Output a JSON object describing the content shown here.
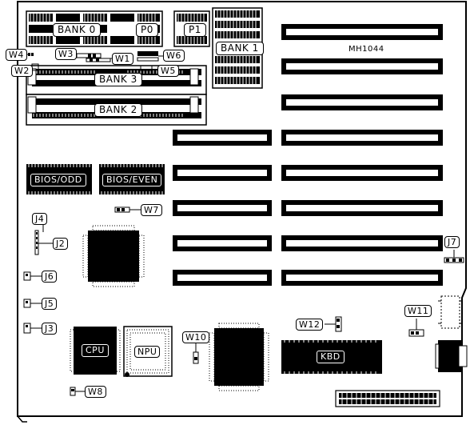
{
  "board": {
    "model": "MH1044",
    "memory_banks": {
      "bank0": "BANK 0",
      "bank1": "BANK 1",
      "bank2": "BANK 2",
      "bank3": "BANK 3",
      "p0": "P0",
      "p1": "P1"
    },
    "bios": {
      "odd": "BIOS/ODD",
      "even": "BIOS/EVEN"
    },
    "chips": {
      "cpu": "CPU",
      "npu": "NPU",
      "kbd": "KBD"
    },
    "jumpers": {
      "w1": "W1",
      "w2": "W2",
      "w3": "W3",
      "w4": "W4",
      "w5": "W5",
      "w6": "W6",
      "w7": "W7",
      "w8": "W8",
      "w10": "W10",
      "w11": "W11",
      "w12": "W12"
    },
    "connectors": {
      "j2": "J2",
      "j3": "J3",
      "j4": "J4",
      "j5": "J5",
      "j6": "J6",
      "j7": "J7"
    }
  }
}
